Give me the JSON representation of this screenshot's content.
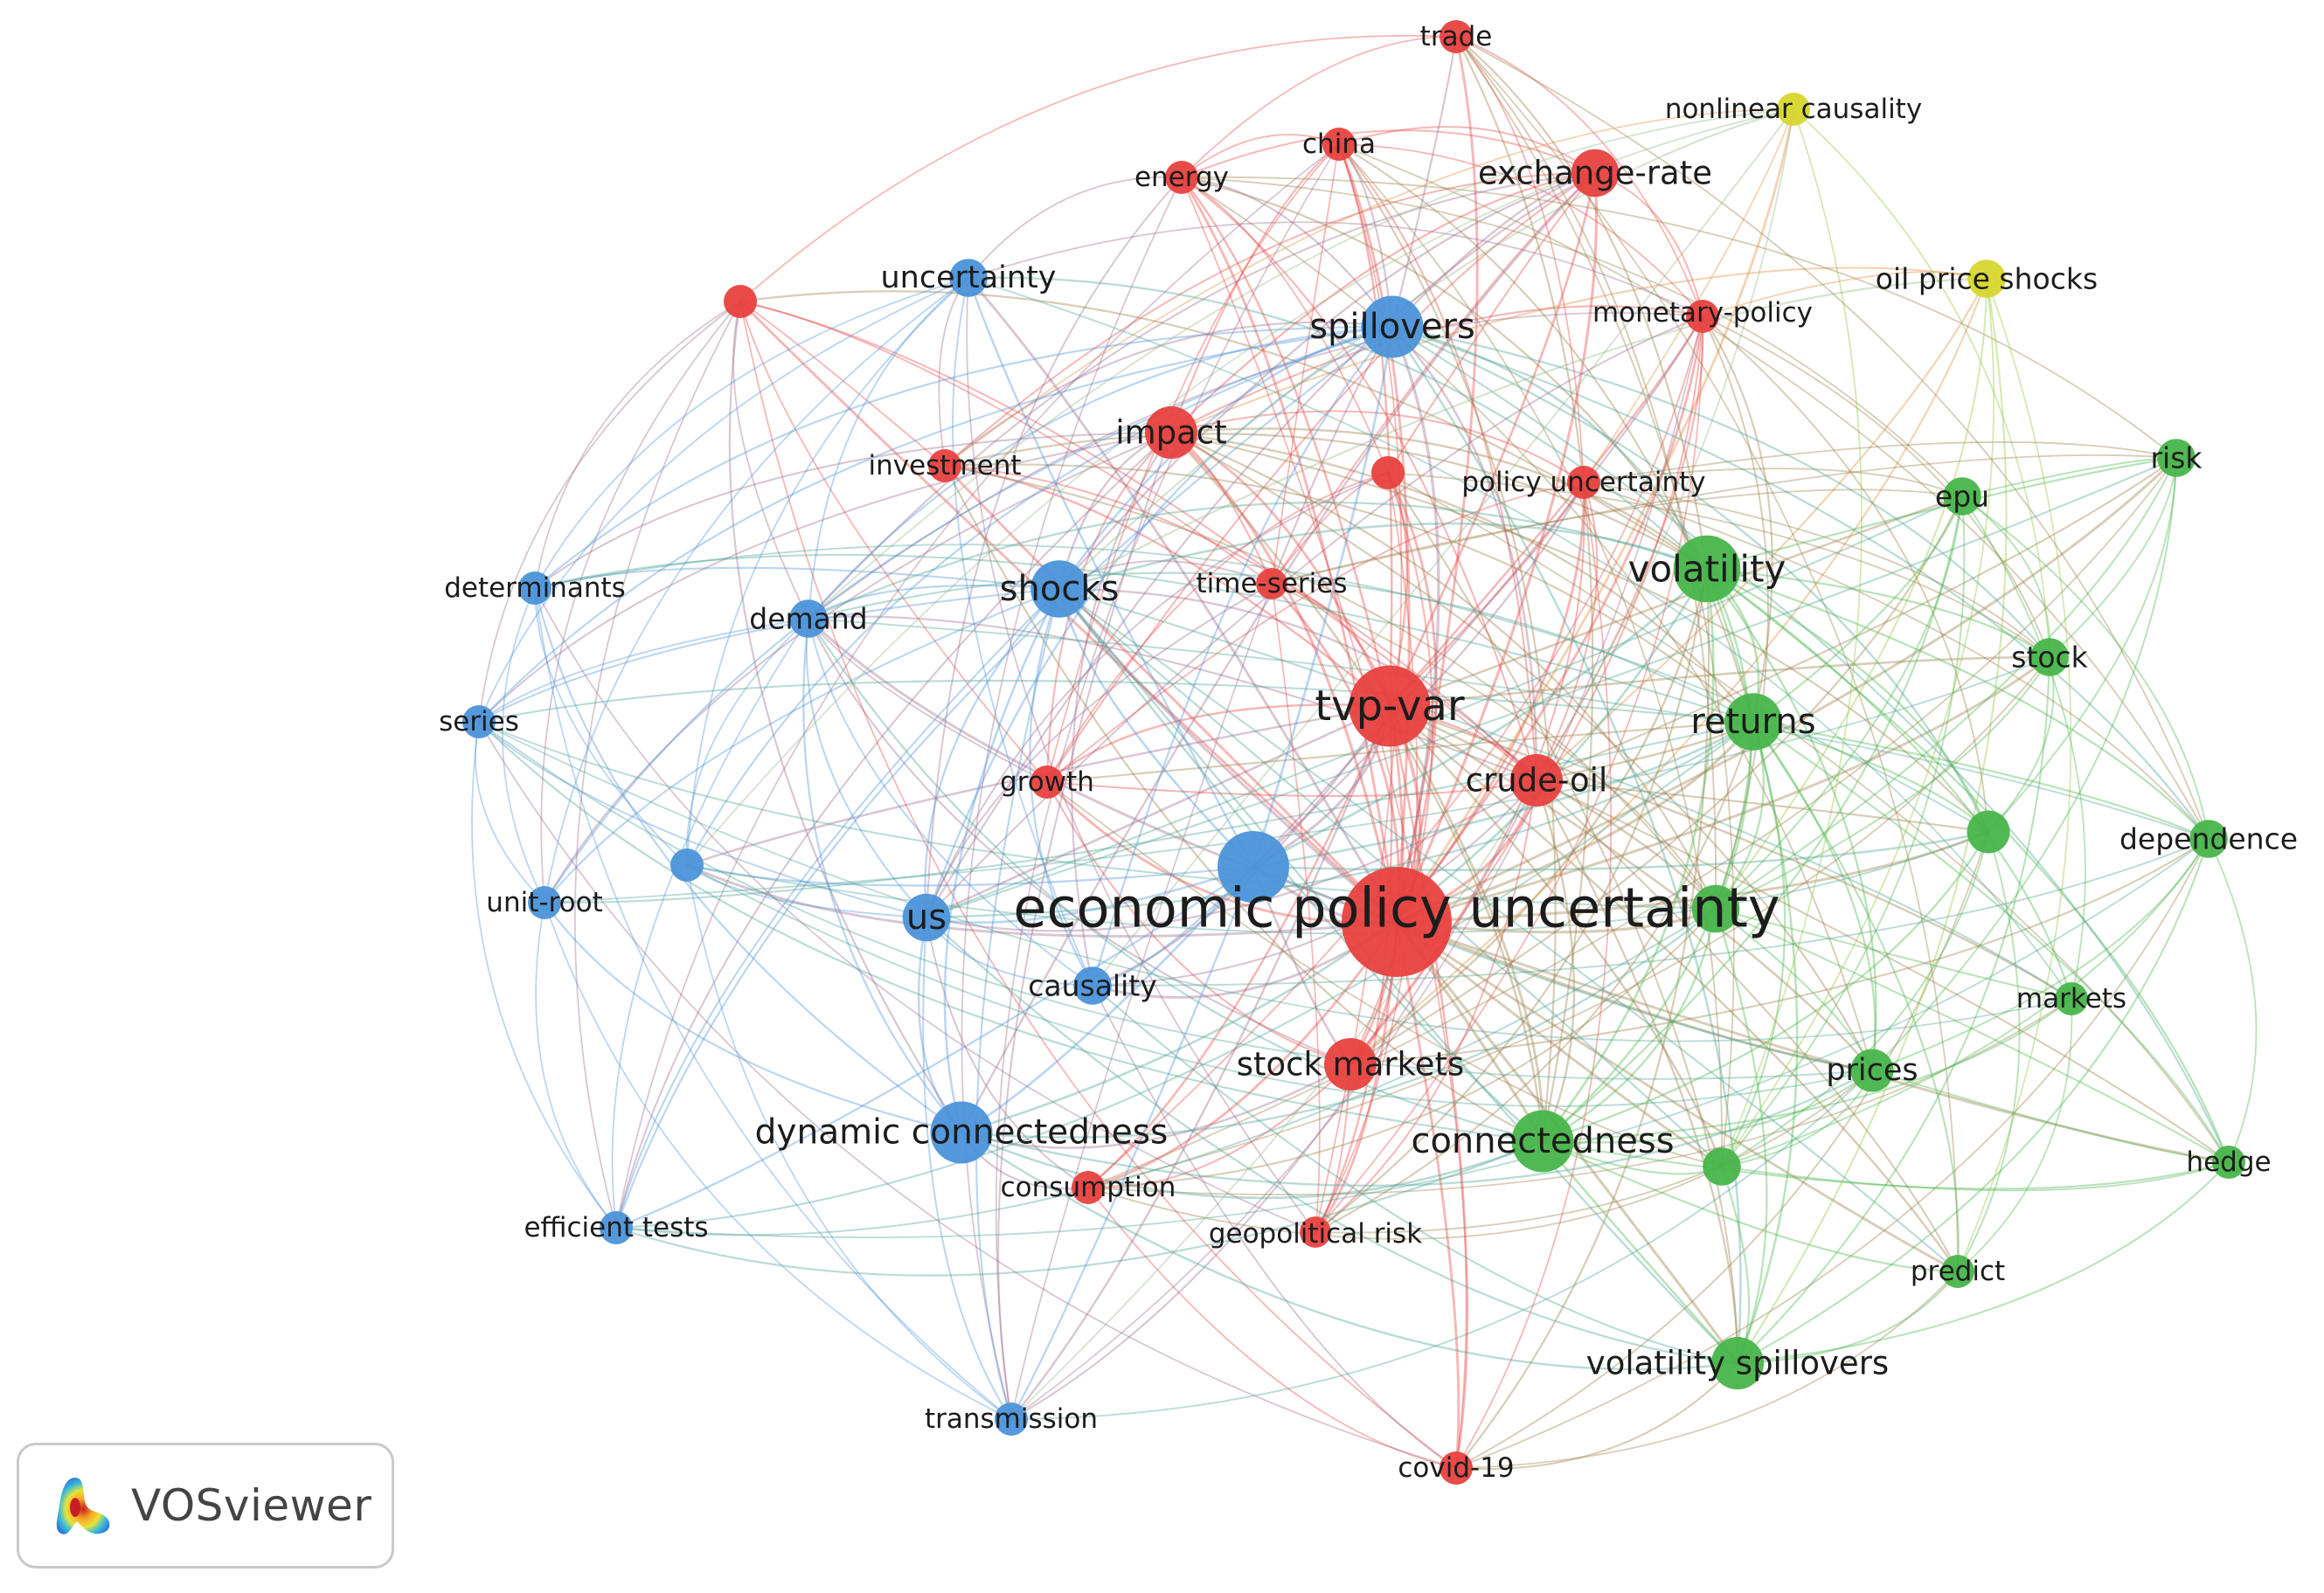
{
  "map": {
    "cluster_colors": {
      "red": "#e8413f",
      "blue": "#4b93d9",
      "green": "#48b54a",
      "yellow": "#d6d62e"
    },
    "nodes": [
      {
        "id": "economic policy uncertainty",
        "label": "economic policy uncertainty",
        "cluster": "red",
        "weight": 10
      },
      {
        "id": "tvp-var",
        "label": "tvp-var",
        "cluster": "red",
        "weight": 7
      },
      {
        "id": "crude-oil",
        "label": "crude-oil",
        "cluster": "red",
        "weight": 4
      },
      {
        "id": "stock markets",
        "label": "stock markets",
        "cluster": "red",
        "weight": 4
      },
      {
        "id": "impact",
        "label": "impact",
        "cluster": "red",
        "weight": 4
      },
      {
        "id": "exchange-rate",
        "label": "exchange-rate",
        "cluster": "red",
        "weight": 3.5
      },
      {
        "id": "trade",
        "label": "trade",
        "cluster": "red",
        "weight": 2
      },
      {
        "id": "china",
        "label": "china",
        "cluster": "red",
        "weight": 2
      },
      {
        "id": "energy",
        "label": "energy",
        "cluster": "red",
        "weight": 2
      },
      {
        "id": "monetary-policy",
        "label": "monetary-policy",
        "cluster": "red",
        "weight": 2
      },
      {
        "id": "policy uncertainty",
        "label": "policy uncertainty",
        "cluster": "red",
        "weight": 2
      },
      {
        "id": "investment",
        "label": "investment",
        "cluster": "red",
        "weight": 2
      },
      {
        "id": "time-series",
        "label": "time-series",
        "cluster": "red",
        "weight": 1.8
      },
      {
        "id": "growth",
        "label": "growth",
        "cluster": "red",
        "weight": 2
      },
      {
        "id": "consumption",
        "label": "consumption",
        "cluster": "red",
        "weight": 2
      },
      {
        "id": "geopolitical risk",
        "label": "geopolitical risk",
        "cluster": "red",
        "weight": 1.8
      },
      {
        "id": "covid-19",
        "label": "covid-19",
        "cluster": "red",
        "weight": 2
      },
      {
        "id": "red-unlabeled-1",
        "label": "",
        "cluster": "red",
        "weight": 2
      },
      {
        "id": "red-unlabeled-2",
        "label": "",
        "cluster": "red",
        "weight": 2
      },
      {
        "id": "spillovers",
        "label": "spillovers",
        "cluster": "blue",
        "weight": 5
      },
      {
        "id": "shocks",
        "label": "shocks",
        "cluster": "blue",
        "weight": 4.5
      },
      {
        "id": "dynamic connectedness",
        "label": "dynamic connectedness",
        "cluster": "blue",
        "weight": 5
      },
      {
        "id": "us",
        "label": "us",
        "cluster": "blue",
        "weight": 3.5
      },
      {
        "id": "uncertainty",
        "label": "uncertainty",
        "cluster": "blue",
        "weight": 2.5
      },
      {
        "id": "demand",
        "label": "demand",
        "cluster": "blue",
        "weight": 2.5
      },
      {
        "id": "determinants",
        "label": "determinants",
        "cluster": "blue",
        "weight": 2
      },
      {
        "id": "series",
        "label": "series",
        "cluster": "blue",
        "weight": 2
      },
      {
        "id": "unit-root",
        "label": "unit-root",
        "cluster": "blue",
        "weight": 2
      },
      {
        "id": "causality",
        "label": "causality",
        "cluster": "blue",
        "weight": 2.5
      },
      {
        "id": "efficient tests",
        "label": "efficient tests",
        "cluster": "blue",
        "weight": 2
      },
      {
        "id": "transmission",
        "label": "transmission",
        "cluster": "blue",
        "weight": 2
      },
      {
        "id": "blue-unlabeled-1",
        "label": "",
        "cluster": "blue",
        "weight": 6
      },
      {
        "id": "blue-unlabeled-2",
        "label": "",
        "cluster": "blue",
        "weight": 2
      },
      {
        "id": "volatility",
        "label": "volatility",
        "cluster": "green",
        "weight": 5.5
      },
      {
        "id": "returns",
        "label": "returns",
        "cluster": "green",
        "weight": 4.5
      },
      {
        "id": "connectedness",
        "label": "connectedness",
        "cluster": "green",
        "weight": 5
      },
      {
        "id": "volatility spillovers",
        "label": "volatility spillovers",
        "cluster": "green",
        "weight": 4
      },
      {
        "id": "prices",
        "label": "prices",
        "cluster": "green",
        "weight": 3
      },
      {
        "id": "risk",
        "label": "risk",
        "cluster": "green",
        "weight": 2.5
      },
      {
        "id": "epu",
        "label": "epu",
        "cluster": "green",
        "weight": 2.5
      },
      {
        "id": "stock",
        "label": "stock",
        "cluster": "green",
        "weight": 2.5
      },
      {
        "id": "dependence",
        "label": "dependence",
        "cluster": "green",
        "weight": 2.5
      },
      {
        "id": "markets",
        "label": "markets",
        "cluster": "green",
        "weight": 2
      },
      {
        "id": "hedge",
        "label": "hedge",
        "cluster": "green",
        "weight": 2
      },
      {
        "id": "predict",
        "label": "predict",
        "cluster": "green",
        "weight": 2
      },
      {
        "id": "green-unlabeled-1",
        "label": "",
        "cluster": "green",
        "weight": 3.5
      },
      {
        "id": "green-unlabeled-2",
        "label": "",
        "cluster": "green",
        "weight": 3
      },
      {
        "id": "green-unlabeled-3",
        "label": "",
        "cluster": "green",
        "weight": 2.5
      },
      {
        "id": "nonlinear causality",
        "label": "nonlinear causality",
        "cluster": "yellow",
        "weight": 2
      },
      {
        "id": "oil price shocks",
        "label": "oil price shocks",
        "cluster": "yellow",
        "weight": 2.5
      }
    ]
  },
  "logo": {
    "text": "VOSviewer"
  }
}
